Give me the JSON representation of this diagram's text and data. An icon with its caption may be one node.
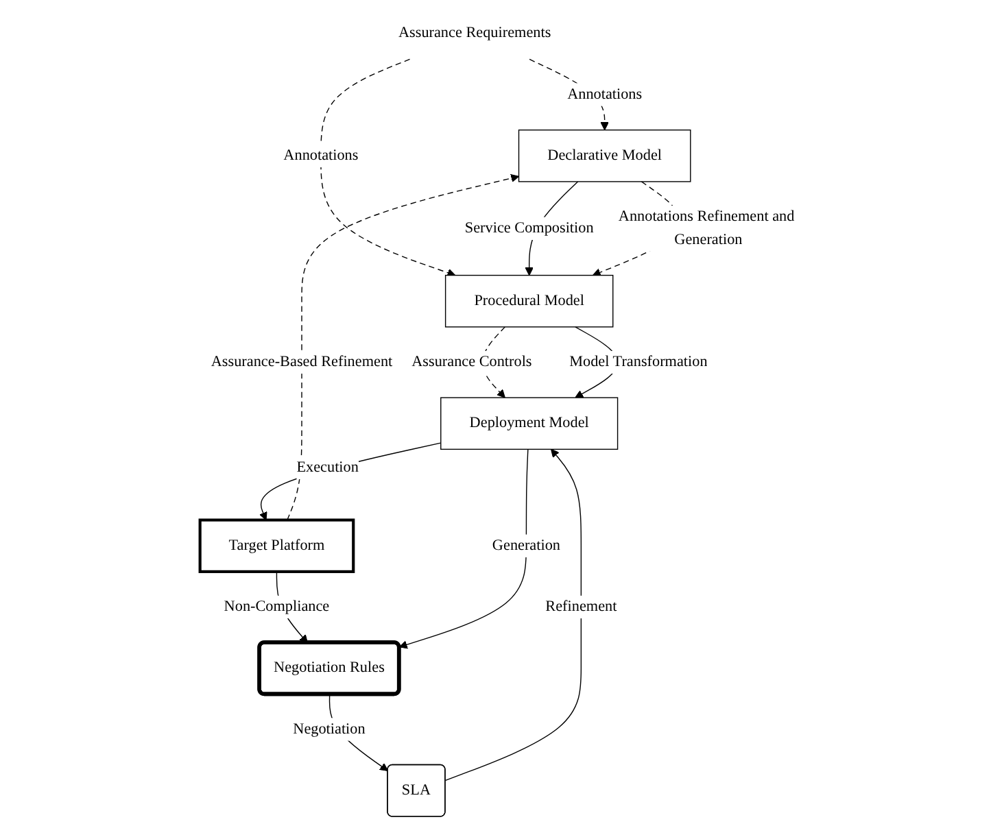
{
  "diagram": {
    "nodes": [
      {
        "text": [
          "Assurance Requirements"
        ]
      },
      {
        "text": [
          "Declarative Model"
        ]
      },
      {
        "text": [
          "Procedural Model"
        ]
      },
      {
        "text": [
          "Target Platform"
        ]
      },
      {
        "text": [
          "SLA"
        ]
      },
      {
        "text": [
          "Deployment Model"
        ]
      },
      {
        "text": [
          "Negotiation Rules"
        ]
      }
    ],
    "edges": [
      {
        "from": 0,
        "to": 1,
        "arrow": "to",
        "label": "Annotations",
        "style": "dashed"
      },
      {
        "from": 0,
        "to": 2,
        "arrow": "to",
        "label": "Annotations",
        "style": "dashed"
      },
      {
        "from": 1,
        "to": 2,
        "arrow": "to",
        "label": "Service Composition"
      },
      {
        "from": 1,
        "to": 2,
        "arrow": "to",
        "label": "Annotations Refinement and Generation",
        "style": "dashed"
      },
      {
        "from": 3,
        "to": 1,
        "arrow": "to",
        "label": "Assurance-Based Refinement",
        "style": "dashed"
      },
      {
        "from": 2,
        "to": 5,
        "arrow": "to",
        "label": "Assurance Controls",
        "style": "dashed"
      },
      {
        "from": 2,
        "to": 5,
        "arrow": "to",
        "label": "Model Transformation"
      },
      {
        "from": 5,
        "to": 3,
        "arrow": "to",
        "label": "Execution"
      },
      {
        "from": 4,
        "to": 5,
        "arrow": "to",
        "label": "Refinement"
      },
      {
        "from": 3,
        "to": 6,
        "arrow": "to",
        "label": "Non-Compliance"
      },
      {
        "from": 6,
        "to": 4,
        "arrow": "to",
        "label": "Negotiation"
      },
      {
        "from": 5,
        "to": 6,
        "arrow": "to",
        "label": "Generation"
      }
    ]
  }
}
